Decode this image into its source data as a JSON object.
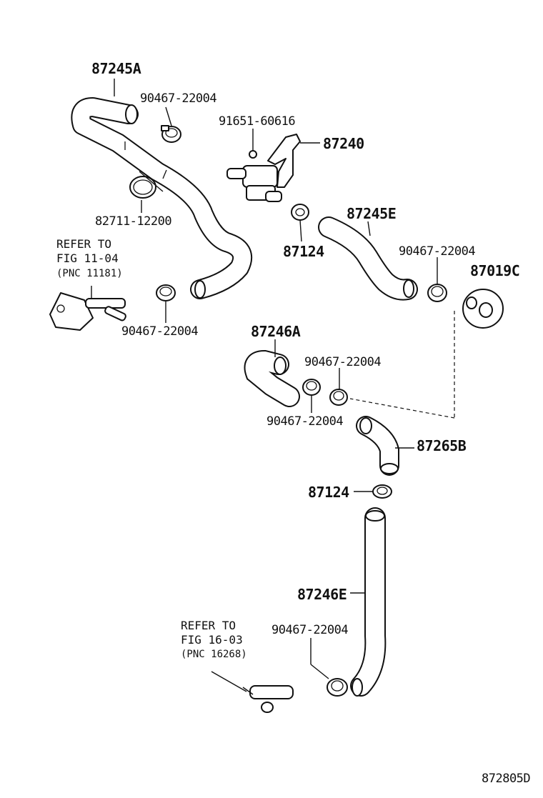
{
  "labels": {
    "hose_87245a": "87245A",
    "clamp_top": "90467-22004",
    "clip_91651": "91651-60616",
    "valve_87240": "87240",
    "clamp_82711": "82711-12200",
    "refer_1_line1": "REFER TO",
    "refer_1_line2": "FIG 11-04",
    "refer_1_line3": "(PNC 11181)",
    "clamp_left": "90467-22004",
    "clamp_87124_top": "87124",
    "hose_87245e": "87245E",
    "clamp_right": "90467-22004",
    "grommet_87019c": "87019C",
    "hose_87246a": "87246A",
    "clamp_mid_upper": "90467-22004",
    "clamp_mid_lower": "90467-22004",
    "hose_87265b": "87265B",
    "clamp_87124_mid": "87124",
    "hose_87246e": "87246E",
    "refer_2_line1": "REFER TO",
    "refer_2_line2": "FIG 16-03",
    "refer_2_line3": "(PNC 16268)",
    "clamp_bottom": "90467-22004",
    "figure_code": "872805D"
  }
}
